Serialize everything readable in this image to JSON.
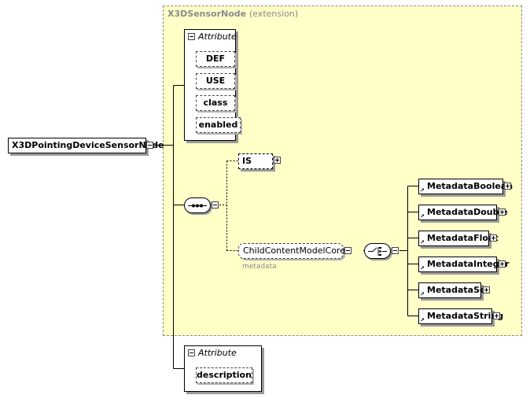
{
  "extension": {
    "title": "X3DSensorNode",
    "suffix": "(extension)"
  },
  "root": {
    "label": "X3DPointingDeviceSensorNode"
  },
  "attribute_group_top": {
    "header": "Attribute",
    "items": [
      "DEF",
      "USE",
      "class",
      "enabled"
    ]
  },
  "is_element": {
    "label": "IS"
  },
  "child_content": {
    "label": "ChildContentModelCore",
    "sublabel": "metadata"
  },
  "metadata_elements": [
    "MetadataBoolean",
    "MetadataDouble",
    "MetadataFloat",
    "MetadataInteger",
    "MetadataSet",
    "MetadataString"
  ],
  "attribute_group_bottom": {
    "header": "Attribute",
    "items": [
      "description"
    ]
  },
  "colors": {
    "extension_fill": "#ffffc8",
    "border_dashed": "#8a8a8a",
    "shadow": "#9a9a9a"
  },
  "icons": [
    "collapse-icon",
    "expand-icon",
    "reference-arrow-icon",
    "sequence-icon",
    "choice-icon"
  ]
}
